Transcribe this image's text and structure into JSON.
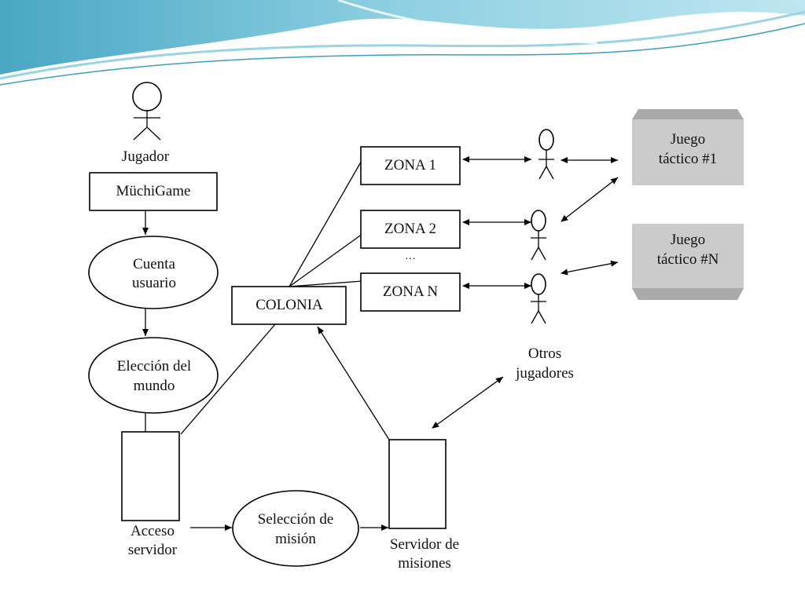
{
  "labels": {
    "player": "Jugador",
    "muchigame": "MüchiGame",
    "account_l1": "Cuenta",
    "account_l2": "usuario",
    "world_l1": "Elección del",
    "world_l2": "mundo",
    "access_l1": "Acceso",
    "access_l2": "servidor",
    "mission_sel_l1": "Selección de",
    "mission_sel_l2": "misión",
    "mission_server_l1": "Servidor de",
    "mission_server_l2": "misiones",
    "colony": "COLONIA",
    "zone1": "ZONA 1",
    "zone2": "ZONA 2",
    "zoneN": "ZONA N",
    "ellipsis": "…",
    "others_l1": "Otros",
    "others_l2": "jugadores",
    "tactical1_l1": "Juego",
    "tactical1_l2": "táctico #1",
    "tacticalN_l1": "Juego",
    "tacticalN_l2": "táctico #N"
  },
  "colors": {
    "banner_dark": "#3fa6c7",
    "banner_light": "#a8dcea",
    "tactical_fill": "#cbcbcb",
    "tactical_edge": "#a9a9a9"
  }
}
